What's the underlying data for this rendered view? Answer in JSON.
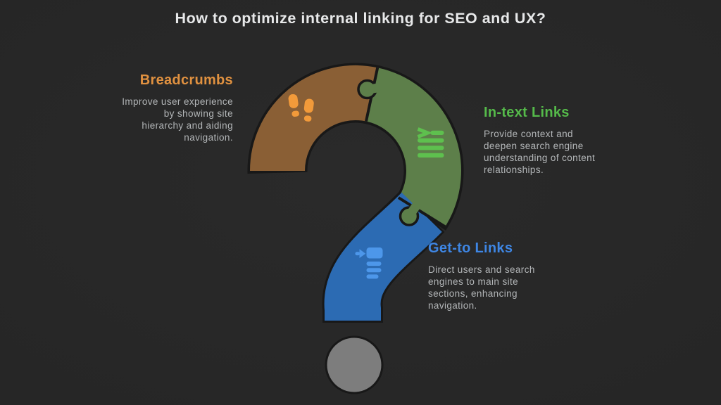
{
  "title": "How to optimize internal linking for SEO and UX?",
  "colors": {
    "background": "#262626",
    "outline": "#181818",
    "brown_piece": "#8a5f35",
    "green_piece": "#5d7f4a",
    "blue_piece": "#2c6bb3",
    "dot_gray": "#7d7d7d",
    "orange_accent": "#e09140",
    "green_accent": "#55ba4a",
    "blue_accent": "#3e86e4",
    "footprints_icon_color": "#f29a3a",
    "green_icon_color": "#5ec04e",
    "blue_icon_color": "#4d97ea",
    "body_text": "#b3b6b8",
    "title_text": "#e7e8e9"
  },
  "sections": [
    {
      "heading": "Breadcrumbs",
      "icon": "footprints-icon",
      "body_lines": [
        "Improve user experience",
        "by showing site",
        "hierarchy and aiding",
        "navigation."
      ]
    },
    {
      "heading": "In-text Links",
      "icon": "in-text-list-icon",
      "body_lines": [
        "Provide context and",
        "deepen search engine",
        "understanding of content",
        "relationships."
      ]
    },
    {
      "heading": "Get-to Links",
      "icon": "get-to-arrow-icon",
      "body_lines": [
        "Direct users and search",
        "engines to main site",
        "sections, enhancing",
        "navigation."
      ]
    }
  ]
}
